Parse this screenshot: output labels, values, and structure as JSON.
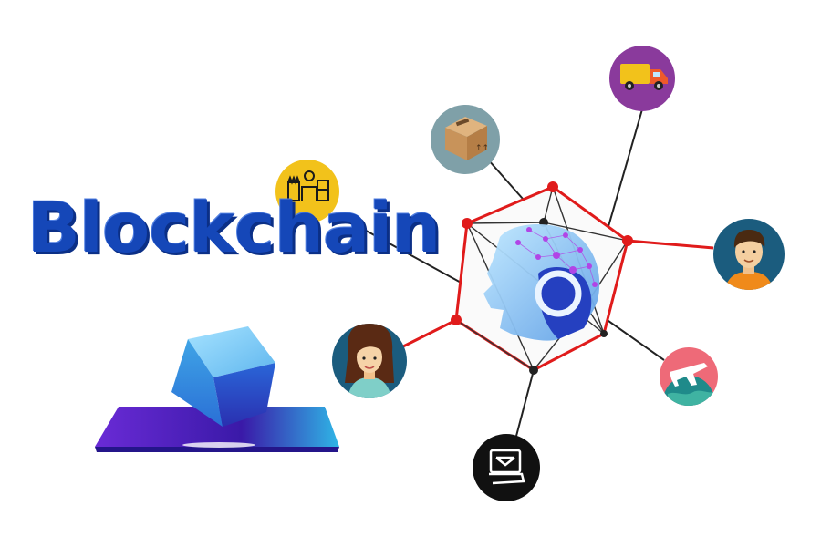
{
  "title": "Blockchain",
  "colors": {
    "title": "#1547b8",
    "ring": "#e01b1b",
    "lines": "#222222",
    "cube": "#3fa4e6",
    "platform": "#6a2bd6"
  },
  "nodes": [
    {
      "name": "worker-node",
      "icon": "worker-boxes-icon",
      "bg": "#f2c21b"
    },
    {
      "name": "package-node",
      "icon": "cardboard-box-icon",
      "bg": "#7fa0a8"
    },
    {
      "name": "truck-node",
      "icon": "delivery-truck-icon",
      "bg": "#8a3a9c"
    },
    {
      "name": "man-node",
      "icon": "man-avatar-icon",
      "bg": "#1b5c7e"
    },
    {
      "name": "airplane-node",
      "icon": "airplane-globe-icon",
      "bg": "#ee6a78"
    },
    {
      "name": "delivery-node",
      "icon": "delivery-box-icon",
      "bg": "#111111"
    },
    {
      "name": "woman-node",
      "icon": "woman-avatar-icon",
      "bg": "#1b5c7e"
    }
  ]
}
